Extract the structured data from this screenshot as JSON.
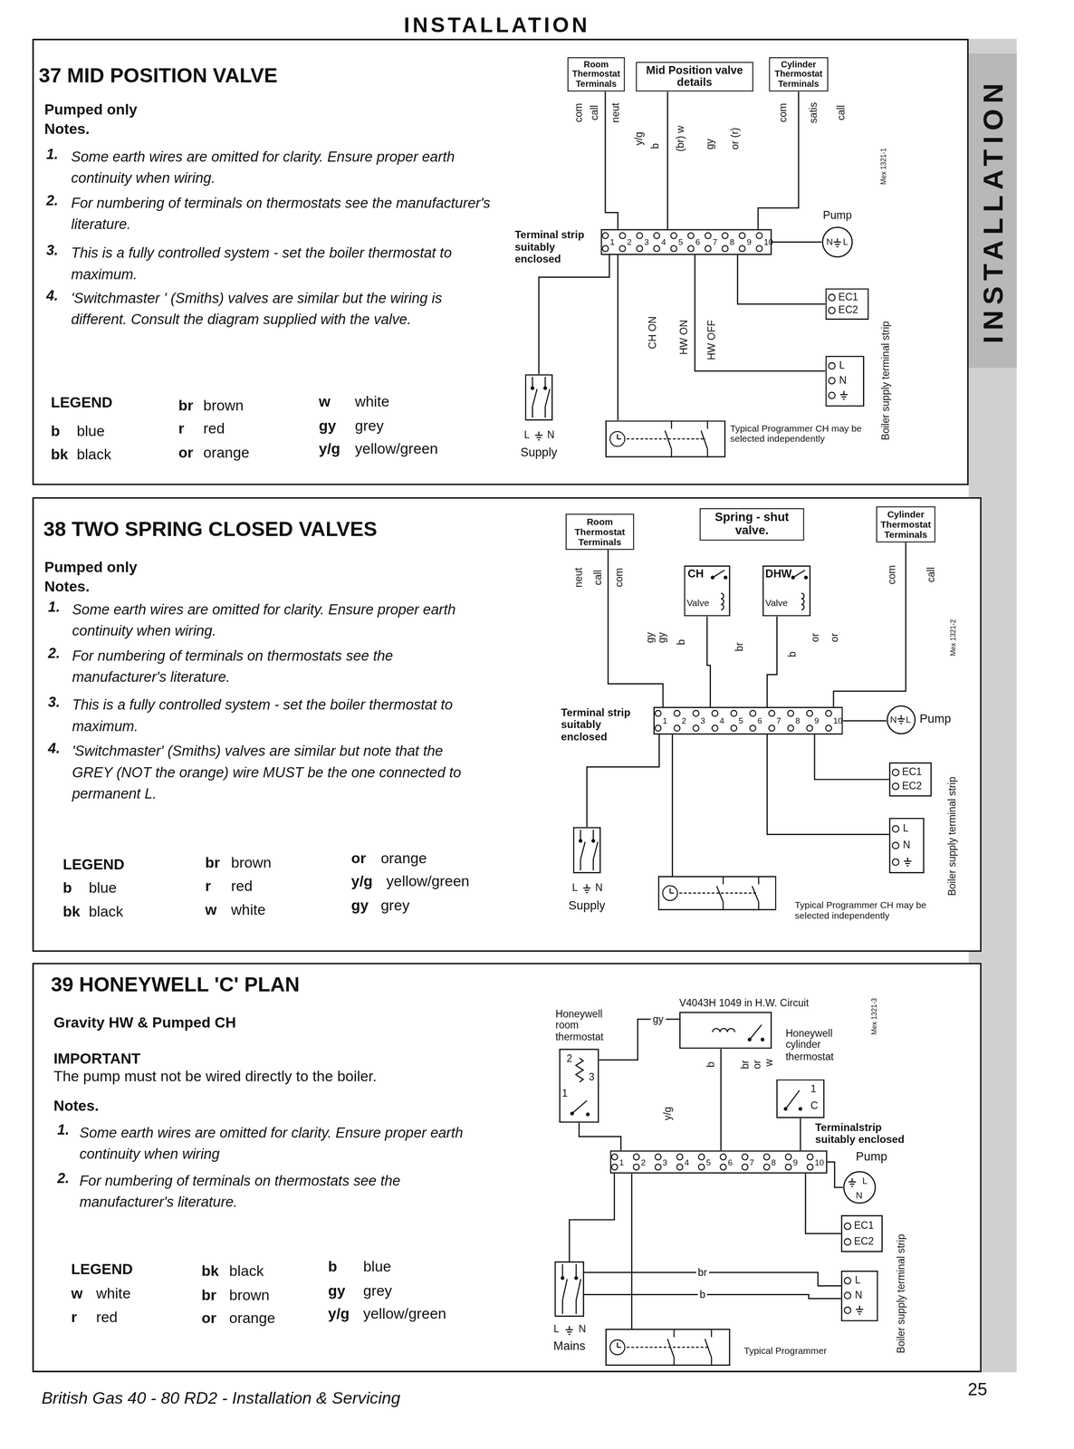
{
  "diagram": {
    "nodes": [
      {
        "text": [
          "37 MID POSITION VALVE"
        ]
      },
      {
        "text": [
          "Room Thermostat Terminals"
        ],
        "in": 0
      },
      {
        "text": [
          "Mid Position valve details"
        ],
        "in": 0
      },
      {
        "text": [
          "Cylinder Thermostat Terminals"
        ],
        "in": 0
      },
      {
        "text": [
          "Terminal strip suitably enclosed"
        ],
        "in": 0
      },
      {
        "text": [
          "Pump",
          "N",
          "L"
        ],
        "in": 0
      },
      {
        "text": [
          "EC1",
          "EC2"
        ],
        "in": 0
      },
      {
        "text": [
          "L",
          "N"
        ],
        "in": 0
      },
      {
        "text": [
          "Typical Programmer CH may be selected independently"
        ],
        "in": 0
      },
      {
        "text": [
          "L",
          "N",
          "Supply"
        ],
        "in": 0
      },
      {
        "text": [
          "38 TWO SPRING CLOSED VALVES"
        ]
      },
      {
        "text": [
          "Room Thermostat Terminals"
        ],
        "in": 10
      },
      {
        "text": [
          "Spring - shut valve."
        ],
        "in": 10
      },
      {
        "text": [
          "Cylinder Thermostat Terminals"
        ],
        "in": 10
      },
      {
        "text": [
          "CH",
          "Valve"
        ],
        "in": 10
      },
      {
        "text": [
          "DHW",
          "Valve"
        ],
        "in": 10
      },
      {
        "text": [
          "Terminal strip suitably enclosed"
        ],
        "in": 10
      },
      {
        "text": [
          "Pump",
          "N",
          "L"
        ],
        "in": 10
      },
      {
        "text": [
          "EC1",
          "EC2"
        ],
        "in": 10
      },
      {
        "text": [
          "L",
          "N"
        ],
        "in": 10
      },
      {
        "text": [
          "Typical Programmer CH may be selected independently"
        ],
        "in": 10
      },
      {
        "text": [
          "L",
          "N",
          "Supply"
        ],
        "in": 10
      },
      {
        "text": [
          "39 HONEYWELL 'C' PLAN"
        ]
      },
      {
        "text": [
          "Honeywell room thermostat",
          "2",
          "3",
          "1"
        ],
        "in": 22
      },
      {
        "text": [
          "V4043H 1049 in H.W. Circuit"
        ],
        "in": 22
      },
      {
        "text": [
          "Honeywell cylinder thermostat",
          "1",
          "C"
        ],
        "in": 22
      },
      {
        "text": [
          "Terminalstrip suitably enclosed"
        ],
        "in": 22
      },
      {
        "text": [
          "Pump",
          "L",
          "N"
        ],
        "in": 22
      },
      {
        "text": [
          "EC1",
          "EC2"
        ],
        "in": 22
      },
      {
        "text": [
          "L",
          "N"
        ],
        "in": 22
      },
      {
        "text": [
          "Typical Programmer"
        ],
        "in": 22
      },
      {
        "text": [
          "L",
          "N",
          "Mains"
        ],
        "in": 22
      }
    ],
    "edges": [
      {
        "from": 1,
        "to": 4,
        "arrow": "none"
      },
      {
        "from": 2,
        "to": 4,
        "arrow": "none"
      },
      {
        "from": 3,
        "to": 4,
        "arrow": "none"
      },
      {
        "from": 4,
        "to": 5,
        "arrow": "none"
      },
      {
        "from": 4,
        "to": 6,
        "arrow": "none"
      },
      {
        "from": 4,
        "to": 7,
        "arrow": "none"
      },
      {
        "from": 4,
        "to": 8,
        "arrow": "none"
      },
      {
        "from": 9,
        "to": 4,
        "arrow": "none"
      },
      {
        "from": 11,
        "to": 16,
        "arrow": "none"
      },
      {
        "from": 14,
        "to": 16,
        "arrow": "none"
      },
      {
        "from": 15,
        "to": 16,
        "arrow": "none"
      },
      {
        "from": 13,
        "to": 16,
        "arrow": "none"
      },
      {
        "from": 16,
        "to": 17,
        "arrow": "none"
      },
      {
        "from": 16,
        "to": 18,
        "arrow": "none"
      },
      {
        "from": 16,
        "to": 19,
        "arrow": "none"
      },
      {
        "from": 16,
        "to": 20,
        "arrow": "none"
      },
      {
        "from": 21,
        "to": 16,
        "arrow": "none"
      },
      {
        "from": 23,
        "to": 26,
        "arrow": "none"
      },
      {
        "from": 24,
        "to": 26,
        "arrow": "none"
      },
      {
        "from": 25,
        "to": 26,
        "arrow": "none"
      },
      {
        "from": 26,
        "to": 27,
        "arrow": "none"
      },
      {
        "from": 26,
        "to": 28,
        "arrow": "none"
      },
      {
        "from": 31,
        "to": 29,
        "label": "br",
        "arrow": "none"
      },
      {
        "from": 31,
        "to": 29,
        "label": "b",
        "arrow": "none"
      },
      {
        "from": 26,
        "to": 30,
        "arrow": "none"
      },
      {
        "from": 31,
        "to": 26,
        "arrow": "none"
      },
      {
        "from": 23,
        "to": 24,
        "label": "gy",
        "arrow": "none"
      }
    ],
    "labels": [
      "INSTALLATION",
      "INSTALLATION",
      "Pumped only",
      "Notes.",
      "1.",
      "Some earth wires are omitted for clarity. Ensure proper earth continuity when wiring.",
      "2.",
      "For numbering of terminals on thermostats see the manufacturer's literature.",
      "3.",
      "This is a fully controlled system - set the boiler thermostat to maximum.",
      "4.",
      "'Switchmaster ' (Smiths) valves are similar but the wiring is different. Consult the diagram supplied with the valve.",
      "LEGEND",
      "b",
      "blue",
      "bk",
      "black",
      "br",
      "brown",
      "r",
      "red",
      "or",
      "orange",
      "w",
      "white",
      "gy",
      "grey",
      "y/g",
      "yellow/green",
      "com",
      "call",
      "neut",
      "y/g",
      "b",
      "(br) w",
      "gy",
      "or (r)",
      "com",
      "satis",
      "call",
      "Mex 1321-1",
      "CH ON",
      "HW ON",
      "HW OFF",
      "Boiler supply terminal strip",
      "1",
      "2",
      "3",
      "4",
      "5",
      "6",
      "7",
      "8",
      "9",
      "10",
      "Pumped only",
      "Notes.",
      "1.",
      "Some earth wires are omitted for clarity. Ensure proper earth continuity when wiring.",
      "2.",
      "For numbering of terminals on thermostats see the manufacturer's literature.",
      "3.",
      "This is a fully controlled system - set the boiler thermostat to maximum.",
      "4.",
      "'Switchmaster' (Smiths) valves are similar but note that the GREY (NOT the orange) wire MUST be the one connected to permanent L.",
      "LEGEND",
      "b",
      "blue",
      "bk",
      "black",
      "br",
      "brown",
      "r",
      "red",
      "w",
      "white",
      "or",
      "orange",
      "y/g",
      "yellow/green",
      "gy",
      "grey",
      "neut",
      "call",
      "com",
      "com",
      "call",
      "gy",
      "gy",
      "b",
      "br",
      "b",
      "or",
      "or",
      "Mex 1321-2",
      "Boiler supply terminal strip",
      "1",
      "2",
      "3",
      "4",
      "5",
      "6",
      "7",
      "8",
      "9",
      "10",
      "Gravity HW & Pumped CH",
      "IMPORTANT",
      "The pump must not be wired directly to the boiler.",
      "Notes.",
      "1.",
      "Some earth wires are omitted for clarity. Ensure proper earth continuity when wiring",
      "2.",
      "For numbering of terminals on thermostats see the manufacturer's literature.",
      "LEGEND",
      "w",
      "white",
      "r",
      "red",
      "bk",
      "black",
      "br",
      "brown",
      "or",
      "orange",
      "b",
      "blue",
      "gy",
      "grey",
      "y/g",
      "yellow/green",
      "b",
      "br",
      "or",
      "w",
      "y/g",
      "Mex 1321-3",
      "Boiler supply terminal strip",
      "1",
      "2",
      "3",
      "4",
      "5",
      "6",
      "7",
      "8",
      "9",
      "10",
      "British Gas 40 - 80 RD2 - Installation & Servicing",
      "25"
    ]
  }
}
